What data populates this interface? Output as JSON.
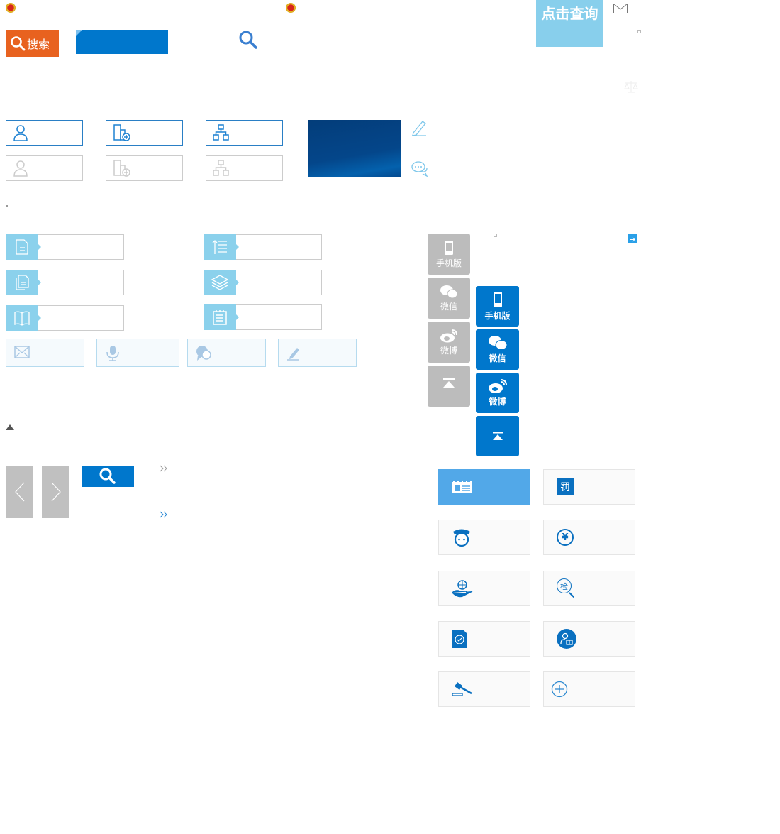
{
  "header": {
    "search_button_label": "搜索",
    "query_button_label": "点击查询"
  },
  "side_gray": [
    {
      "icon": "phone-icon",
      "label": "手机版"
    },
    {
      "icon": "wechat-icon",
      "label": "微信"
    },
    {
      "icon": "weibo-icon",
      "label": "微博"
    },
    {
      "icon": "back-to-top-icon",
      "label": ""
    }
  ],
  "side_blue": [
    {
      "icon": "phone-icon",
      "label": "手机版"
    },
    {
      "icon": "wechat-icon",
      "label": "微信"
    },
    {
      "icon": "weibo-icon",
      "label": "微博"
    },
    {
      "icon": "back-to-top-icon",
      "label": ""
    }
  ],
  "service_icons": {
    "fine_glyph": "罚",
    "yuan_glyph": "¥",
    "inspect_glyph": "检"
  },
  "colors": {
    "orange": "#e8621f",
    "blue": "#0077cc",
    "light_blue": "#88cfec",
    "gray": "#bcbcbc"
  }
}
